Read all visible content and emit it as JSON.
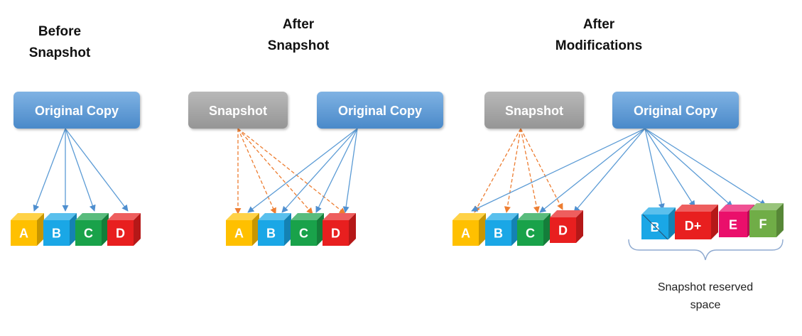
{
  "panels": [
    {
      "title_line1": "Before",
      "title_line2": "Snapshot",
      "original_label": "Original Copy",
      "cubes": [
        "A",
        "B",
        "C",
        "D"
      ]
    },
    {
      "title_line1": "After",
      "title_line2": "Snapshot",
      "snapshot_label": "Snapshot",
      "original_label": "Original Copy",
      "cubes": [
        "A",
        "B",
        "C",
        "D"
      ]
    },
    {
      "title_line1": "After",
      "title_line2": "Modifications",
      "snapshot_label": "Snapshot",
      "original_label": "Original Copy",
      "cubes": [
        "A",
        "B",
        "C",
        "D"
      ],
      "reserved_cubes": [
        "B",
        "D+",
        "E",
        "F"
      ],
      "reserved_caption_line1": "Snapshot reserved",
      "reserved_caption_line2": "space"
    }
  ],
  "colors": {
    "original_box": "#5b9bd5",
    "snapshot_box": "#a6a6a6",
    "original_arrow": "#5b9bd5",
    "snapshot_arrow": "#ed7d31",
    "cube_A": "#ffc000",
    "cube_B": "#1aa7e6",
    "cube_C": "#19a24a",
    "cube_D": "#e81f1f",
    "cube_E": "#ea0f6b",
    "cube_F": "#70ad47"
  }
}
